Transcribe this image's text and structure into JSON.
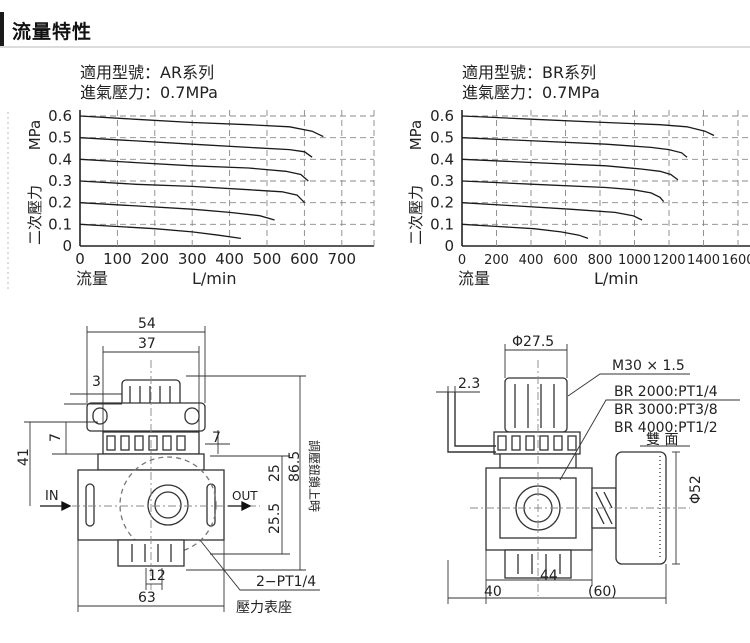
{
  "section_title": "流量特性",
  "charts": {
    "ar": {
      "model": "適用型號：AR系列",
      "pressure": "進氣壓力：0.7MPa",
      "y_unit": "MPa",
      "y_label": "二次壓力",
      "x_label": "流量",
      "x_unit": "L/min",
      "y_ticks": [
        "0.6",
        "0.5",
        "0.4",
        "0.3",
        "0.2",
        "0.1",
        "0"
      ],
      "x_ticks": [
        "0",
        "100",
        "200",
        "300",
        "400",
        "500",
        "600",
        "700"
      ]
    },
    "br": {
      "model": "適用型號：BR系列",
      "pressure": "進氣壓力：0.7MPa",
      "y_unit": "MPa",
      "y_label": "二次壓力",
      "x_label": "流量",
      "x_unit": "L/min",
      "y_ticks": [
        "0.6",
        "0.5",
        "0.4",
        "0.3",
        "0.2",
        "0.1",
        "0"
      ],
      "x_ticks": [
        "0",
        "200",
        "400",
        "600",
        "800",
        "1000",
        "1200",
        "1400",
        "1600"
      ]
    }
  },
  "chart_data": [
    {
      "type": "line",
      "x": [
        0,
        100,
        200,
        300,
        400,
        500,
        600,
        700
      ],
      "ylim": [
        0,
        0.6
      ],
      "xlim": [
        0,
        700
      ],
      "series": [
        {
          "points": [
            [
              0,
              0.6
            ],
            [
              150,
              0.585
            ],
            [
              300,
              0.57
            ],
            [
              450,
              0.56
            ],
            [
              560,
              0.55
            ],
            [
              620,
              0.53
            ],
            [
              650,
              0.505
            ]
          ]
        },
        {
          "points": [
            [
              0,
              0.5
            ],
            [
              150,
              0.485
            ],
            [
              300,
              0.47
            ],
            [
              450,
              0.455
            ],
            [
              560,
              0.445
            ],
            [
              600,
              0.435
            ],
            [
              620,
              0.41
            ]
          ]
        },
        {
          "points": [
            [
              0,
              0.4
            ],
            [
              150,
              0.385
            ],
            [
              300,
              0.37
            ],
            [
              450,
              0.36
            ],
            [
              550,
              0.345
            ],
            [
              590,
              0.33
            ],
            [
              610,
              0.3
            ]
          ]
        },
        {
          "points": [
            [
              0,
              0.3
            ],
            [
              150,
              0.285
            ],
            [
              300,
              0.275
            ],
            [
              450,
              0.26
            ],
            [
              540,
              0.25
            ],
            [
              580,
              0.235
            ],
            [
              600,
              0.2
            ]
          ]
        },
        {
          "points": [
            [
              0,
              0.2
            ],
            [
              150,
              0.185
            ],
            [
              300,
              0.17
            ],
            [
              400,
              0.155
            ],
            [
              480,
              0.14
            ],
            [
              520,
              0.12
            ]
          ]
        },
        {
          "points": [
            [
              0,
              0.1
            ],
            [
              100,
              0.09
            ],
            [
              200,
              0.08
            ],
            [
              300,
              0.065
            ],
            [
              370,
              0.05
            ],
            [
              430,
              0.035
            ]
          ]
        }
      ]
    },
    {
      "type": "line",
      "x": [
        0,
        200,
        400,
        600,
        800,
        1000,
        1200,
        1400,
        1600
      ],
      "ylim": [
        0,
        0.6
      ],
      "xlim": [
        0,
        1600
      ],
      "series": [
        {
          "points": [
            [
              0,
              0.6
            ],
            [
              400,
              0.585
            ],
            [
              800,
              0.57
            ],
            [
              1100,
              0.56
            ],
            [
              1250,
              0.55
            ],
            [
              1350,
              0.53
            ],
            [
              1400,
              0.51
            ]
          ]
        },
        {
          "points": [
            [
              0,
              0.5
            ],
            [
              400,
              0.485
            ],
            [
              800,
              0.47
            ],
            [
              1050,
              0.455
            ],
            [
              1150,
              0.445
            ],
            [
              1220,
              0.43
            ],
            [
              1250,
              0.41
            ]
          ]
        },
        {
          "points": [
            [
              0,
              0.4
            ],
            [
              400,
              0.385
            ],
            [
              800,
              0.37
            ],
            [
              1000,
              0.355
            ],
            [
              1100,
              0.345
            ],
            [
              1160,
              0.33
            ],
            [
              1200,
              0.305
            ]
          ]
        },
        {
          "points": [
            [
              0,
              0.3
            ],
            [
              400,
              0.285
            ],
            [
              800,
              0.27
            ],
            [
              950,
              0.26
            ],
            [
              1050,
              0.245
            ],
            [
              1100,
              0.225
            ],
            [
              1120,
              0.205
            ]
          ]
        },
        {
          "points": [
            [
              0,
              0.2
            ],
            [
              300,
              0.185
            ],
            [
              600,
              0.17
            ],
            [
              850,
              0.155
            ],
            [
              950,
              0.14
            ],
            [
              1000,
              0.12
            ]
          ]
        },
        {
          "points": [
            [
              0,
              0.1
            ],
            [
              200,
              0.09
            ],
            [
              400,
              0.08
            ],
            [
              550,
              0.065
            ],
            [
              650,
              0.05
            ],
            [
              700,
              0.035
            ]
          ]
        }
      ]
    }
  ],
  "drawing_left": {
    "dim_54": "54",
    "dim_37": "37",
    "dim_3": "3",
    "dim_7a": "7",
    "dim_7b": "7",
    "dim_41": "41",
    "dim_25": "25",
    "dim_865": "86.5",
    "dim_255": "25.5",
    "dim_12": "12",
    "dim_63": "63",
    "port_in": "IN",
    "port_out": "OUT",
    "knob_note": "調壓鈕鎖上時",
    "gauge_port": "2−PT1/4",
    "gauge_seat": "壓力表座"
  },
  "drawing_right": {
    "dim_phi275": "Φ27.5",
    "dim_23": "2.3",
    "thread": "M30 × 1.5",
    "br2000": "BR 2000:PT1/4",
    "br3000": "BR 3000:PT3/8",
    "br4000": "BR 4000:PT1/2",
    "gauge_side": "雙 面",
    "dim_phi52": "Φ52",
    "dim_44": "44",
    "dim_40": "40",
    "dim_60": "(60)"
  }
}
